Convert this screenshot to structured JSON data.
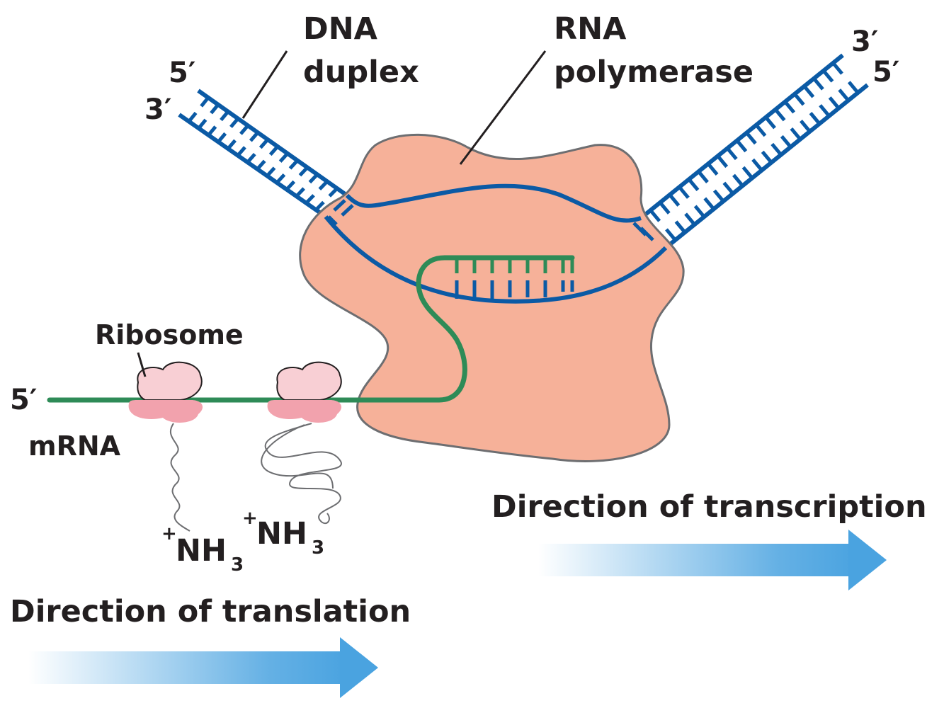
{
  "labels": {
    "dna_duplex_line1": "DNA",
    "dna_duplex_line2": "duplex",
    "rna_polymerase_line1": "RNA",
    "rna_polymerase_line2": "polymerase",
    "ribosome": "Ribosome",
    "mrna": "mRNA",
    "left_top_5": "5′",
    "left_top_3": "3′",
    "right_top_3": "3′",
    "right_top_5": "5′",
    "mrna_5": "5′",
    "nh3_1_plus": "+",
    "nh3_1_main": "NH",
    "nh3_1_sub": "3",
    "nh3_2_plus": "+",
    "nh3_2_main": "NH",
    "nh3_2_sub": "3",
    "direction_transcription": "Direction of transcription",
    "direction_translation": "Direction of translation"
  },
  "colors": {
    "dna": "#0b5aa5",
    "rna": "#2e8b57",
    "polymerase_fill": "#f6b199",
    "polymerase_stroke": "#6d6e71",
    "ribosome_large": "#f2a2ad",
    "ribosome_small": "#f8cfd4",
    "arrow": "#4aa3e0",
    "text": "#231f20"
  }
}
